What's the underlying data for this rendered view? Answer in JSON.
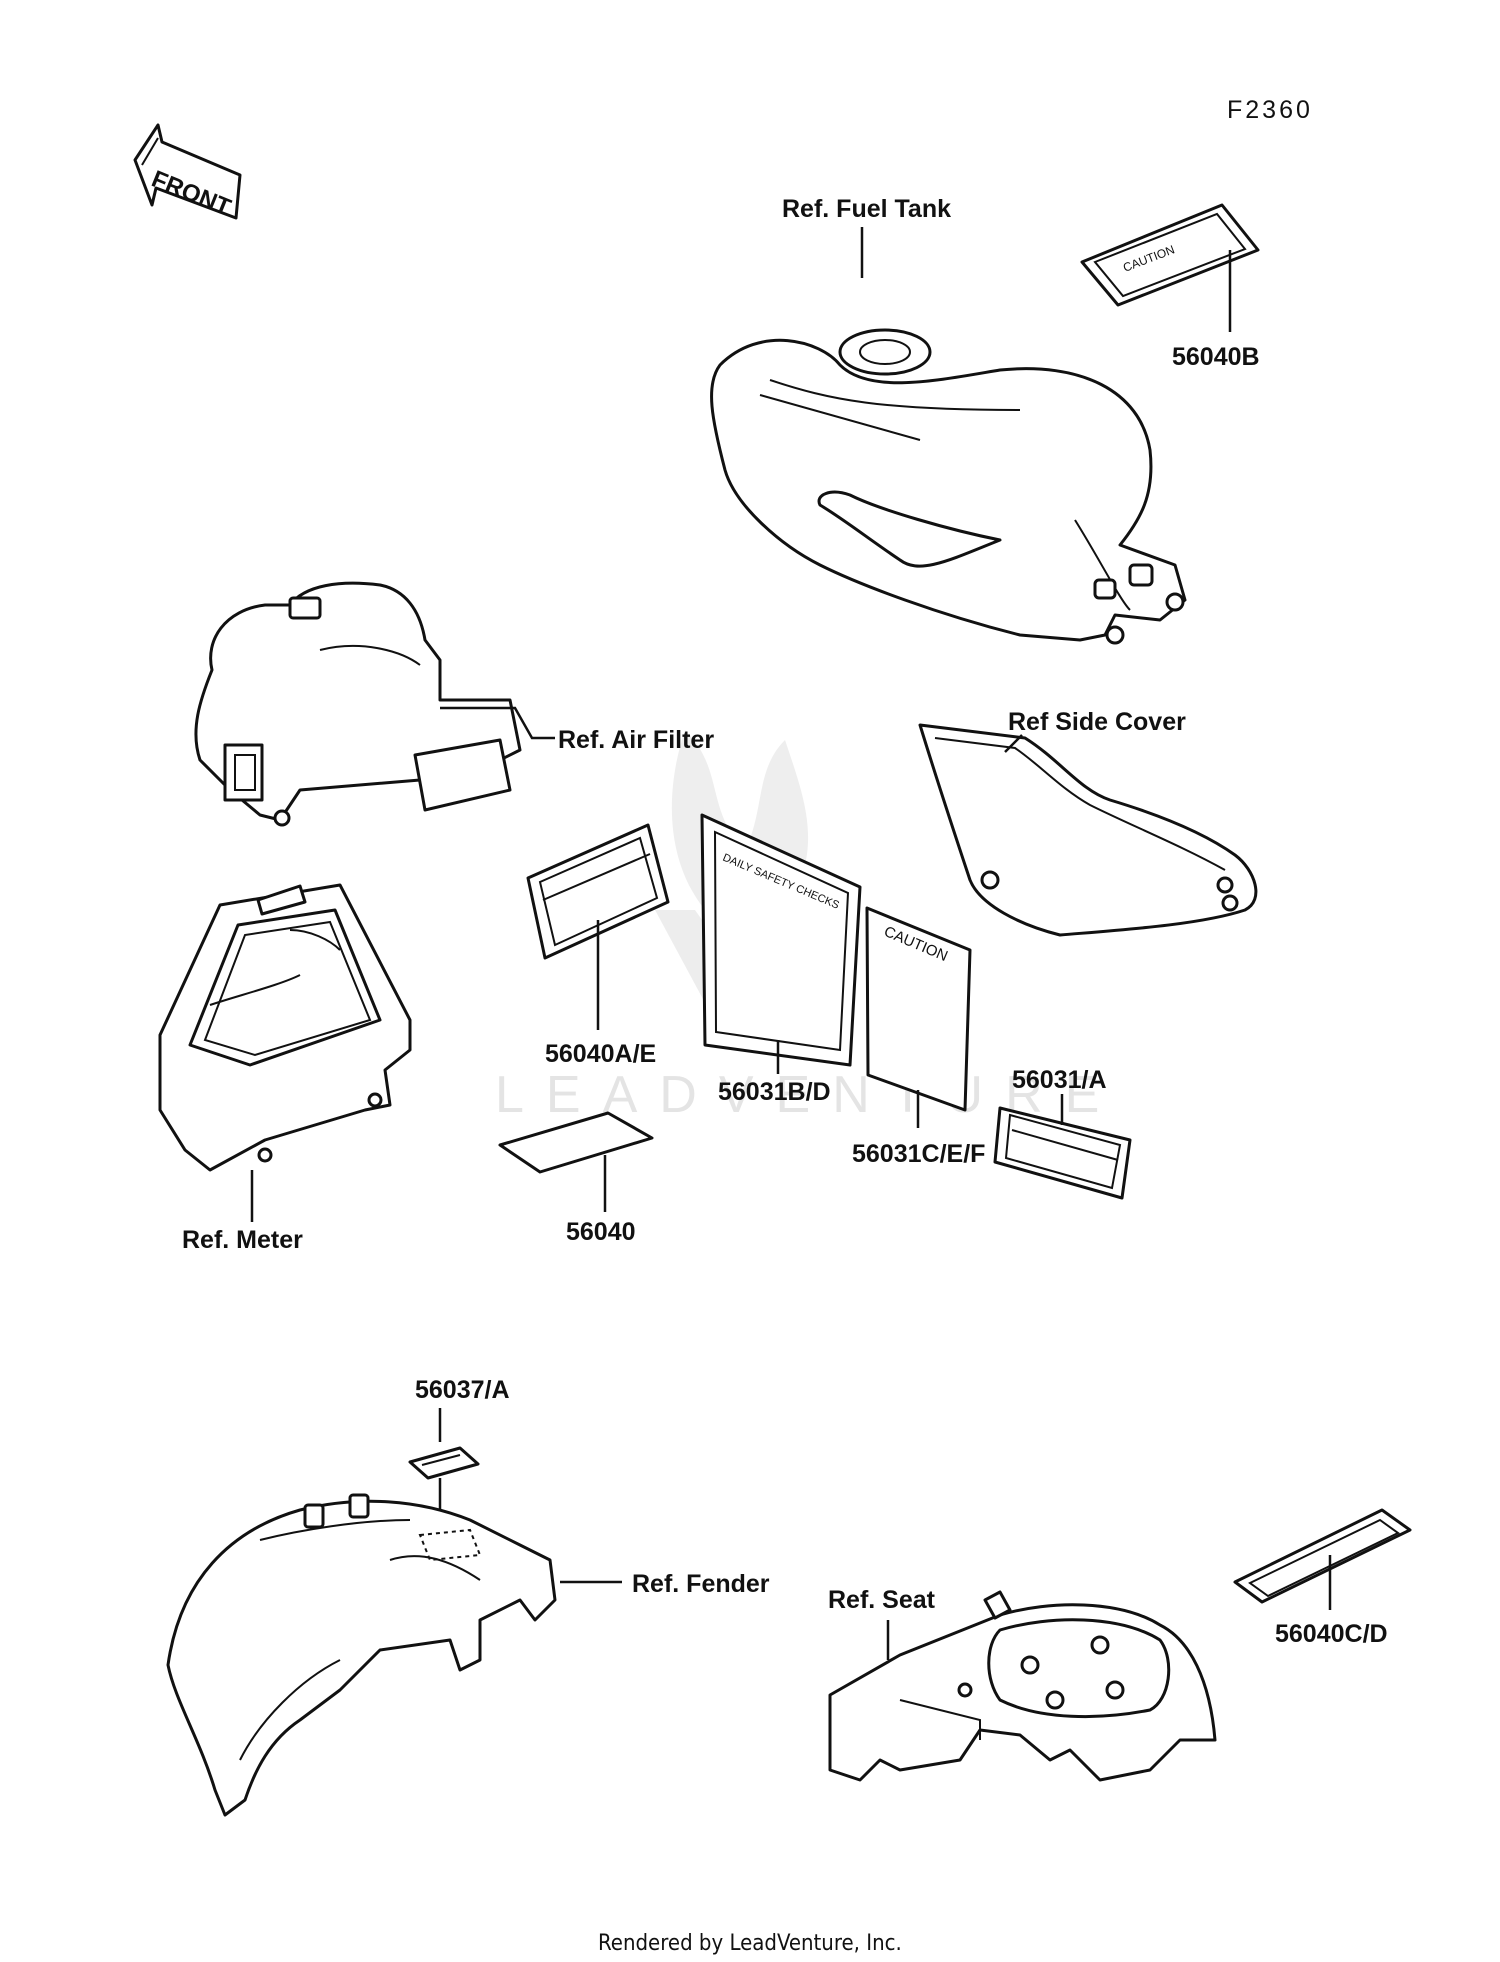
{
  "figure_code": "F2360",
  "front_label": "FRONT",
  "watermark_text": "LEADVENTURE",
  "footer_text": "Rendered by LeadVenture, Inc.",
  "references": {
    "fuel_tank": "Ref. Fuel Tank",
    "air_filter": "Ref. Air Filter",
    "side_cover": "Ref Side Cover",
    "meter": "Ref. Meter",
    "fender": "Ref. Fender",
    "seat": "Ref. Seat"
  },
  "parts": {
    "p56040B": "56040B",
    "p56040AE": "56040A/E",
    "p56031BD": "56031B/D",
    "p56031CEF": "56031C/E/F",
    "p56031A": "56031/A",
    "p56040": "56040",
    "p56037A": "56037/A",
    "p56040CD": "56040C/D"
  },
  "label_texts": {
    "caution_small": "CAUTION",
    "daily_safety": "DAILY SAFETY CHECKS",
    "caution_large": "CAUTION"
  }
}
